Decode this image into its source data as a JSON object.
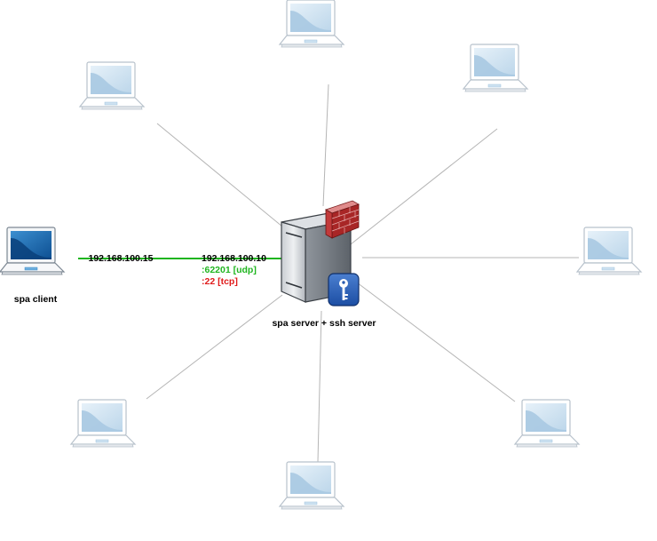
{
  "diagram": {
    "client": {
      "label": "spa client",
      "ip": "192.168.100.15",
      "icon": "laptop-icon"
    },
    "server": {
      "label": "spa server + ssh server",
      "ip": "192.168.100.10",
      "ports": [
        {
          "text": ":62201 [udp]",
          "color": "#1fb51f"
        },
        {
          "text": ":22 [tcp]",
          "color": "#e01b1b"
        }
      ],
      "icon": "server-tower-icon",
      "badges": [
        "firewall-icon",
        "key-icon"
      ]
    },
    "link_color": "#1fb51f",
    "edge_color": "#b5b5b5",
    "peer_count": 8
  }
}
